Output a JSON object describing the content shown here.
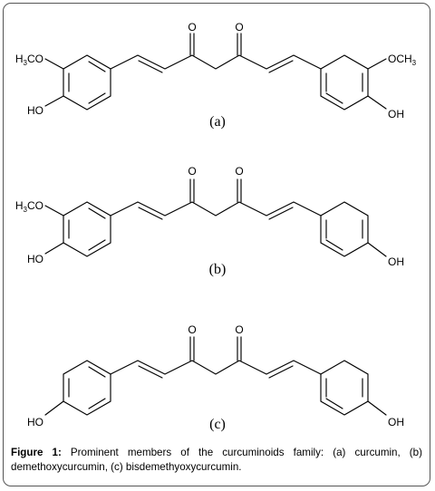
{
  "structures": [
    {
      "id": "curcumin",
      "label": "(a)",
      "left_ring": {
        "oh": "HO",
        "ome_prefix": "H",
        "ome_sub": "3",
        "ome_suffix": "CO"
      },
      "right_ring": {
        "oh": "OH",
        "ome_prefix": "OCH",
        "ome_sub": "3"
      },
      "carbonyls": [
        "O",
        "O"
      ]
    },
    {
      "id": "demethoxycurcumin",
      "label": "(b)",
      "left_ring": {
        "oh": "HO",
        "ome_prefix": "H",
        "ome_sub": "3",
        "ome_suffix": "CO"
      },
      "right_ring": {
        "oh": "OH"
      },
      "carbonyls": [
        "O",
        "O"
      ]
    },
    {
      "id": "bisdemethoxycurcumin",
      "label": "(c)",
      "left_ring": {
        "oh": "HO"
      },
      "right_ring": {
        "oh": "OH"
      },
      "carbonyls": [
        "O",
        "O"
      ]
    }
  ],
  "caption": {
    "label": "Figure 1:",
    "text": " Prominent members of the curcuminoids family: (a) curcumin, (b) demethoxycurcumin, (c) bisdemethyoxycurcumin."
  }
}
